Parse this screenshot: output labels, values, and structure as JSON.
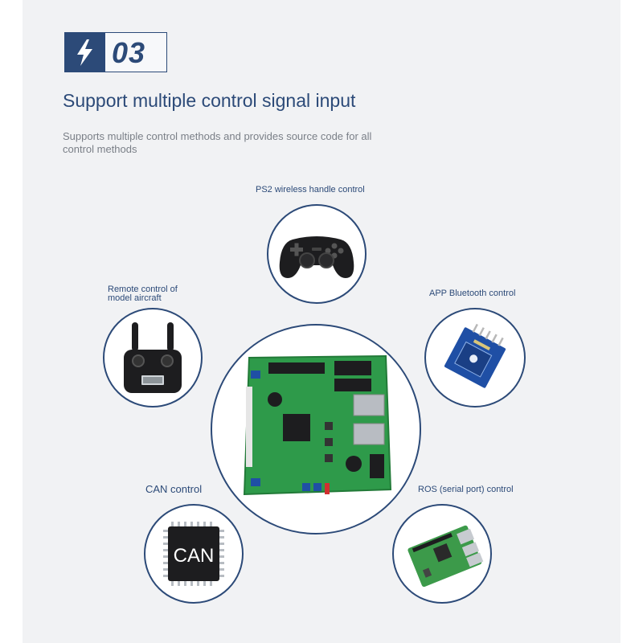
{
  "badge": {
    "icon": "lightning-bolt-icon",
    "number": "03"
  },
  "headline": "Support multiple control signal input",
  "subtitle": "Supports multiple control methods and provides source code for all control methods",
  "controls": {
    "ps2": {
      "label": "PS2 wireless handle control",
      "icon": "gamepad-icon"
    },
    "rc": {
      "label_line1": "Remote control of",
      "label_line2": "model aircraft",
      "icon": "rc-transmitter-icon"
    },
    "bluetooth": {
      "label": "APP Bluetooth control",
      "icon": "bluetooth-module-icon"
    },
    "can": {
      "label": "CAN control",
      "chip_text": "CAN",
      "icon": "can-chip-icon"
    },
    "ros": {
      "label": "ROS (serial port) control",
      "icon": "raspberry-pi-icon"
    }
  },
  "center": {
    "icon": "controller-board-icon"
  },
  "colors": {
    "accent": "#2c4a78",
    "panel": "#f1f2f4",
    "board": "#2e9a4a"
  }
}
